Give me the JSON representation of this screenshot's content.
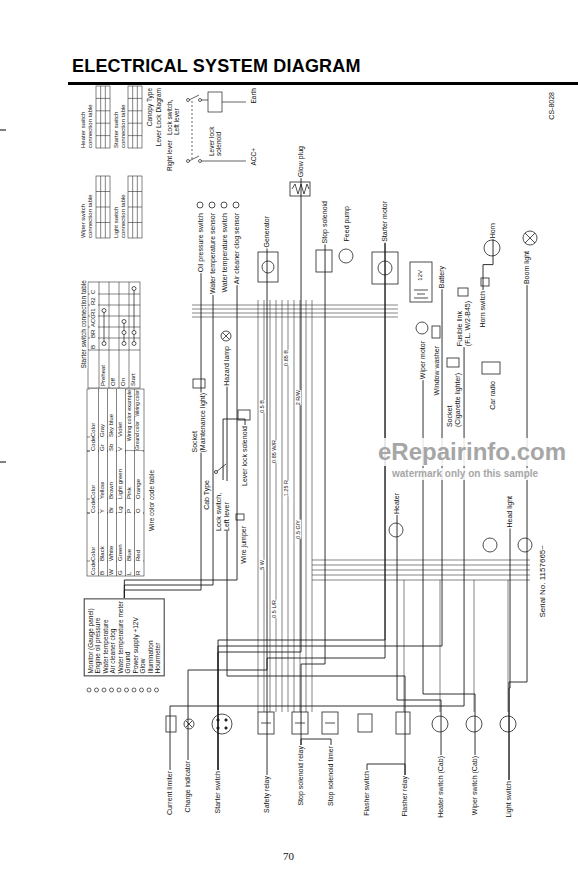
{
  "diagram": {
    "title": "ELECTRICAL SYSTEM DIAGRAM",
    "nodes": [
      {
        "text": [
          "Monitor (Gauge panel)",
          "Engine oil pressure",
          "Water temperature",
          "Air cleaner clog",
          "Water temperature meter",
          "Ground",
          "Power supply +12V",
          "Glow",
          "Illumination",
          "Hourmeter"
        ]
      },
      {
        "text": [
          "Current limiter"
        ]
      },
      {
        "text": [
          "Charge indicator"
        ]
      },
      {
        "text": [
          "Starter switch"
        ]
      },
      {
        "text": [
          "Safety relay"
        ]
      },
      {
        "text": [
          "Stop solenoid relay"
        ]
      },
      {
        "text": [
          "Stop solenoid timer"
        ]
      },
      {
        "text": [
          "Flasher switch"
        ]
      },
      {
        "text": [
          "Flasher relay"
        ]
      },
      {
        "text": [
          "Heater switch (Cab)"
        ]
      },
      {
        "text": [
          "Wiper switch (Cab)"
        ]
      },
      {
        "text": [
          "Light switch"
        ]
      },
      {
        "text": [
          "Oil pressure switch"
        ]
      },
      {
        "text": [
          "Water temperature sensor"
        ]
      },
      {
        "text": [
          "Water temperature switch"
        ]
      },
      {
        "text": [
          "Air cleaner clog sensor"
        ]
      },
      {
        "text": [
          "Generator"
        ]
      },
      {
        "text": [
          "Glow plug"
        ]
      },
      {
        "text": [
          "Stop solenoid"
        ]
      },
      {
        "text": [
          "Feed pump"
        ]
      },
      {
        "text": [
          "Starter motor"
        ]
      },
      {
        "text": [
          "Battery"
        ]
      },
      {
        "text": [
          "Fusible link",
          "(F.L. W/2-B45)"
        ]
      },
      {
        "text": [
          "Horn"
        ]
      },
      {
        "text": [
          "Horn switch"
        ]
      },
      {
        "text": [
          "Boom light"
        ]
      },
      {
        "text": [
          "Hazard lamp"
        ]
      },
      {
        "text": [
          "Socket",
          "(Maintenance light)"
        ]
      },
      {
        "text": [
          "Lever lock solenoid"
        ]
      },
      {
        "text": [
          "Lock switch, Left lever"
        ]
      },
      {
        "text": [
          "Wire jumper"
        ]
      },
      {
        "text": [
          "Wiper motor"
        ]
      },
      {
        "text": [
          "Window washer"
        ]
      },
      {
        "text": [
          "Socket",
          "(Cigarette lighter)"
        ]
      },
      {
        "text": [
          "Car radio"
        ]
      },
      {
        "text": [
          "Heater"
        ]
      },
      {
        "text": [
          "Head light"
        ]
      }
    ],
    "edges": [
      {
        "from": 3,
        "to": 20,
        "arrow": "none"
      },
      {
        "from": 3,
        "to": 21,
        "arrow": "none"
      },
      {
        "from": 3,
        "to": 17,
        "arrow": "none"
      },
      {
        "from": 4,
        "to": 20,
        "arrow": "none"
      },
      {
        "from": 5,
        "to": 18,
        "arrow": "none"
      },
      {
        "from": 6,
        "to": 5,
        "arrow": "none"
      },
      {
        "from": 2,
        "to": 16,
        "arrow": "none"
      },
      {
        "from": 0,
        "to": 12,
        "arrow": "none"
      },
      {
        "from": 0,
        "to": 13,
        "arrow": "none"
      },
      {
        "from": 0,
        "to": 15,
        "arrow": "none"
      },
      {
        "from": 7,
        "to": 8,
        "arrow": "none"
      },
      {
        "from": 8,
        "to": 26,
        "arrow": "none"
      },
      {
        "from": 11,
        "to": 25,
        "arrow": "none"
      },
      {
        "from": 11,
        "to": 36,
        "arrow": "none"
      },
      {
        "from": 10,
        "to": 31,
        "arrow": "none"
      },
      {
        "from": 9,
        "to": 35,
        "arrow": "none"
      },
      {
        "from": 24,
        "to": 23,
        "arrow": "none"
      },
      {
        "from": 1,
        "to": 22,
        "arrow": "none"
      },
      {
        "from": 29,
        "to": 28,
        "arrow": "none"
      }
    ],
    "labels": [
      "Heater switch connection table",
      "Starter switch connection table",
      "Wiper switch connection table",
      "Light switch connection table",
      "Canopy Type",
      "Lever Lock Diagram",
      "Lock switch, Left lever",
      "Right lever",
      "Lever lock solenoid",
      "Earth",
      "ACC+",
      "CS-8028",
      "Starter switch connection table",
      "B",
      "BR",
      "ACC",
      "R1",
      "R2",
      "C",
      "Preheat",
      "Off",
      "On",
      "Start",
      "Wire color code table",
      "Code",
      "Color",
      "Code",
      "Color",
      "Code",
      "Color",
      "B",
      "Black",
      "Y",
      "Yellow",
      "Gr",
      "Gray",
      "W",
      "White",
      "Br",
      "Brown",
      "Sb",
      "Sky blue",
      "G",
      "Green",
      "Lg",
      "Light green",
      "V",
      "Violet",
      "L",
      "Blue",
      "P",
      "Pink",
      "R",
      "Red",
      "O",
      "Orange",
      "Wiring color example",
      "Wiring color",
      "Ground color",
      "Cab Type",
      "12V",
      "Serial No. 1157665~",
      "70",
      "eRepairinfo.com",
      "watermark only on this sample",
      "0.5 B",
      "0.85 W/R",
      "1.25 R",
      "0.5 G/Y",
      "5 W",
      "0.5 L/R",
      "0.85 B",
      "2 R/W"
    ]
  }
}
